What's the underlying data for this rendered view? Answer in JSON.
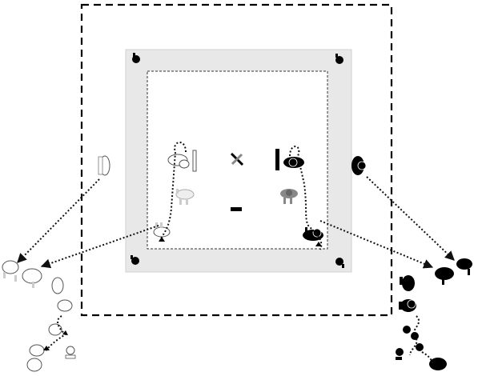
{
  "diagram": {
    "kind": "dance-floor-choreography",
    "colors": {
      "background": "#ffffff",
      "floor_fill": "#e8e8e8",
      "black_dancer": "#000000",
      "white_dancer_outline": "#333333",
      "grey_dancer": "#999999",
      "dotted_path": "#111111"
    },
    "figures": [
      {
        "role": "leader",
        "color": "black"
      },
      {
        "role": "follower",
        "color": "white"
      }
    ],
    "corner_markers": 4,
    "center_symbols": [
      "cross-mark",
      "dash-mark",
      "bar-mark-left",
      "bar-mark-right"
    ],
    "paths": [
      {
        "from": "left-entry",
        "to": "left-exit",
        "style": "dotted"
      },
      {
        "from": "right-entry",
        "to": "right-exit",
        "style": "dotted"
      },
      {
        "from": "center-left",
        "to": "left-exit",
        "style": "dotted"
      },
      {
        "from": "center-right",
        "to": "right-exit",
        "style": "dotted"
      }
    ]
  }
}
